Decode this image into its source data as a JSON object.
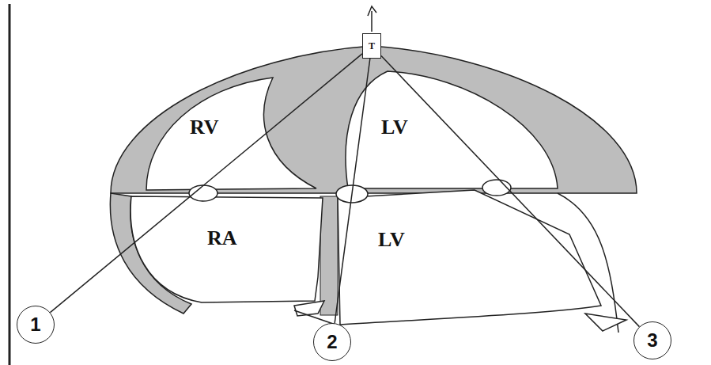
{
  "diagram": {
    "nodes": [
      {
        "text": [
          "T"
        ]
      },
      {
        "text": [
          "1"
        ]
      },
      {
        "text": [
          "2"
        ]
      },
      {
        "text": [
          "3"
        ]
      }
    ],
    "edges": [
      {
        "from": 0,
        "to": 1,
        "arrow": "none"
      },
      {
        "from": 0,
        "to": 2,
        "arrow": "none"
      },
      {
        "from": 0,
        "to": 3,
        "arrow": "none"
      }
    ],
    "labels": [
      "RV",
      "LV",
      "RA",
      "LV"
    ]
  }
}
